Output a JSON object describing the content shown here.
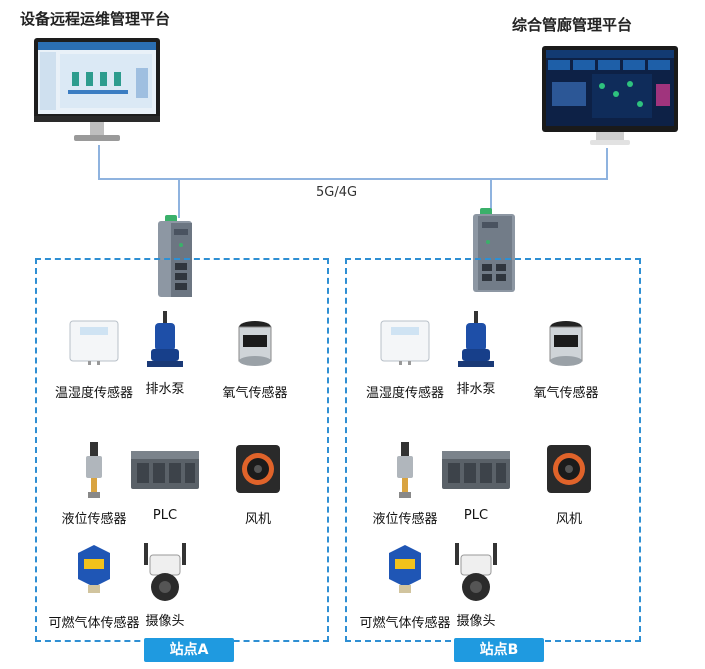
{
  "platforms": {
    "left_title": "设备远程运维管理平台",
    "right_title": "综合管廊管理平台"
  },
  "network": {
    "label": "5G/4G"
  },
  "sites": [
    {
      "badge": "站点A",
      "devices": [
        {
          "label": "温湿度传感器",
          "icon": "temperature-humidity-sensor-icon"
        },
        {
          "label": "排水泵",
          "icon": "drainage-pump-icon"
        },
        {
          "label": "氧气传感器",
          "icon": "oxygen-sensor-icon"
        },
        {
          "label": "液位传感器",
          "icon": "liquid-level-sensor-icon"
        },
        {
          "label": "PLC",
          "icon": "plc-icon"
        },
        {
          "label": "风机",
          "icon": "fan-icon"
        },
        {
          "label": "可燃气体传感器",
          "icon": "combustible-gas-sensor-icon"
        },
        {
          "label": "摄像头",
          "icon": "camera-icon"
        }
      ]
    },
    {
      "badge": "站点B",
      "devices": [
        {
          "label": "温湿度传感器",
          "icon": "temperature-humidity-sensor-icon"
        },
        {
          "label": "排水泵",
          "icon": "drainage-pump-icon"
        },
        {
          "label": "氧气传感器",
          "icon": "oxygen-sensor-icon"
        },
        {
          "label": "液位传感器",
          "icon": "liquid-level-sensor-icon"
        },
        {
          "label": "PLC",
          "icon": "plc-icon"
        },
        {
          "label": "风机",
          "icon": "fan-icon"
        },
        {
          "label": "可燃气体传感器",
          "icon": "combustible-gas-sensor-icon"
        },
        {
          "label": "摄像头",
          "icon": "camera-icon"
        }
      ]
    }
  ]
}
